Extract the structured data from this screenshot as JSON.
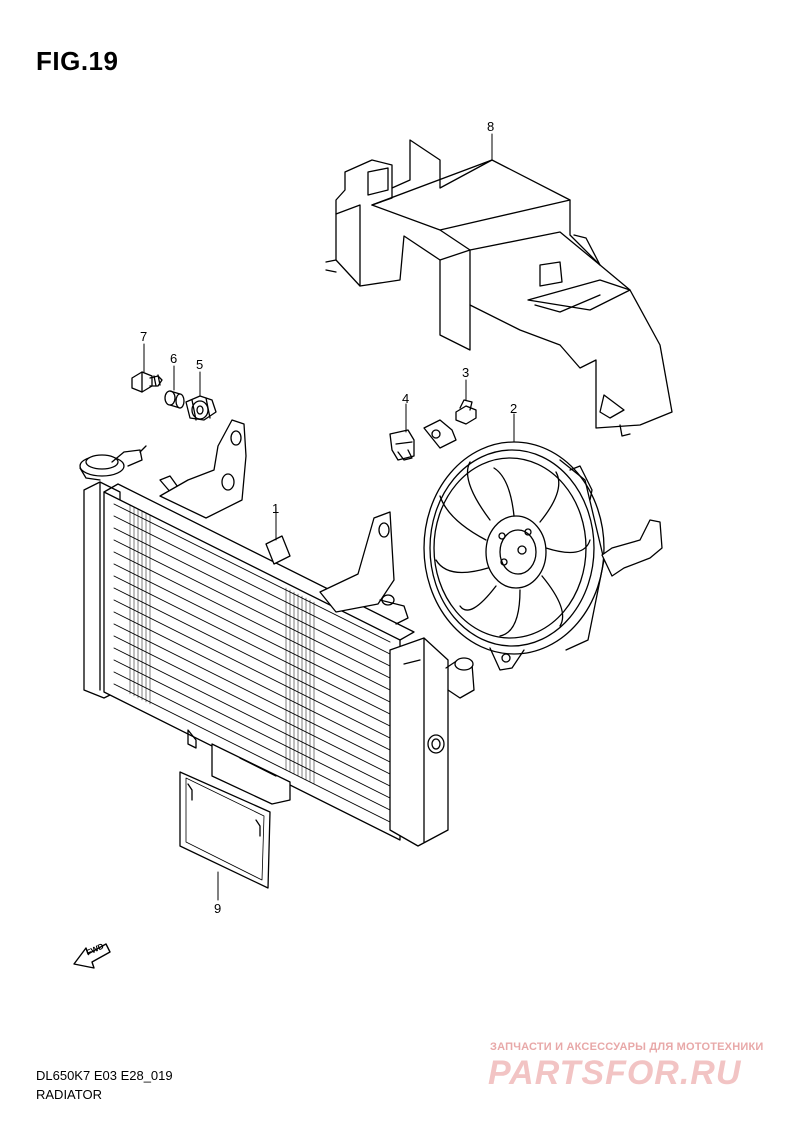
{
  "figure": {
    "title": "FIG.19"
  },
  "callouts": [
    {
      "id": "1",
      "label": "1"
    },
    {
      "id": "2",
      "label": "2"
    },
    {
      "id": "3",
      "label": "3"
    },
    {
      "id": "4",
      "label": "4"
    },
    {
      "id": "5",
      "label": "5"
    },
    {
      "id": "6",
      "label": "6"
    },
    {
      "id": "7",
      "label": "7"
    },
    {
      "id": "8",
      "label": "8"
    },
    {
      "id": "9",
      "label": "9"
    }
  ],
  "fwd_arrow": {
    "label": "FWD"
  },
  "footer": {
    "model_code": "DL650K7 E03 E28_019",
    "caption": "RADIATOR"
  },
  "watermark": {
    "tagline": "ЗАПЧАСТИ И АКСЕССУАРЫ ДЛЯ МОТОТЕХНИКИ",
    "brand": "PARTSFOR.RU",
    "color": "#e8a8a8"
  }
}
